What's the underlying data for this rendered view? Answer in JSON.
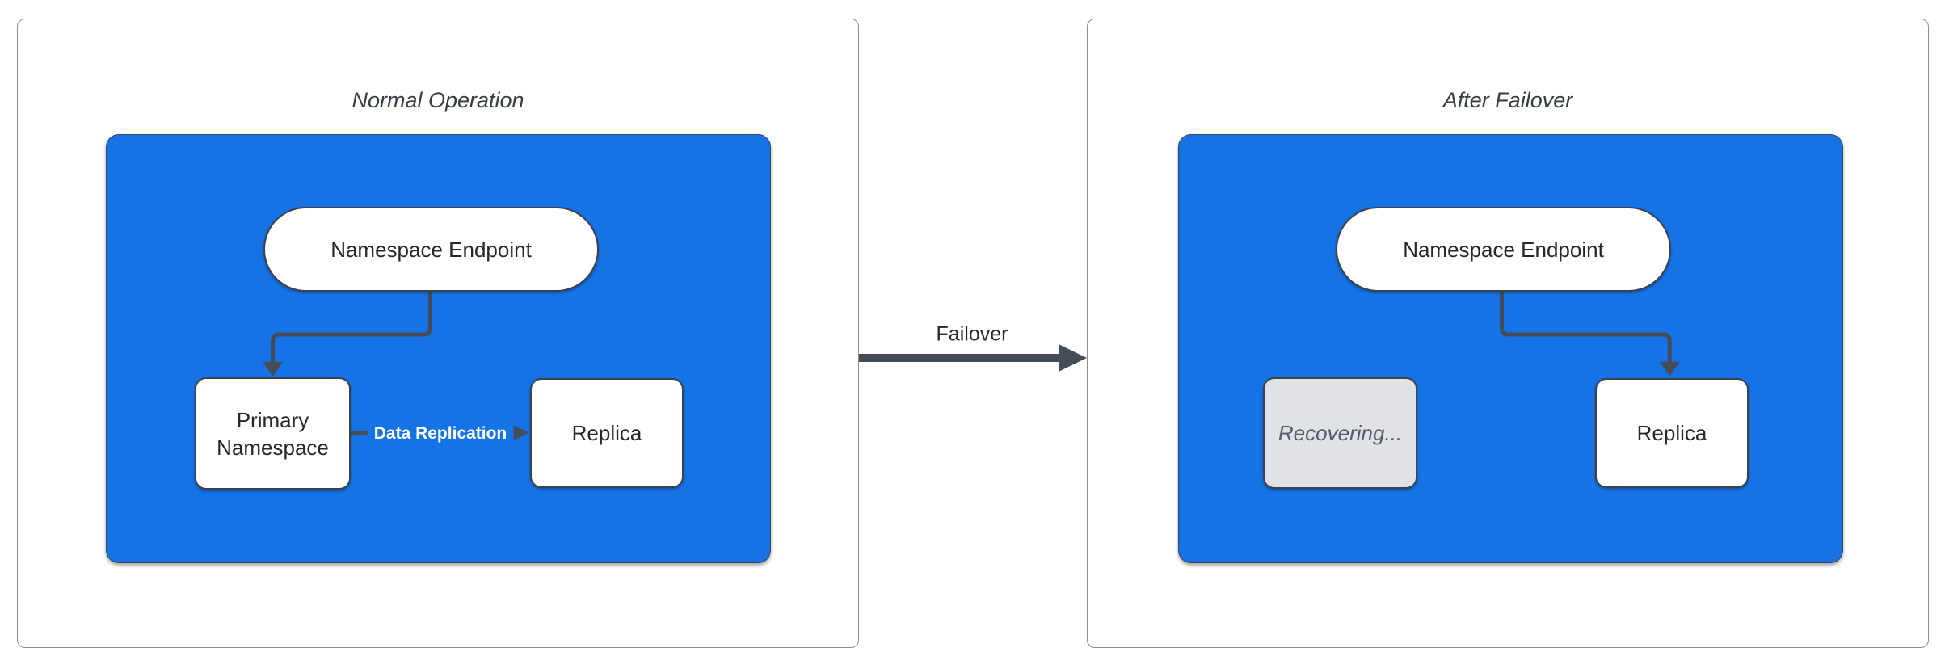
{
  "colors": {
    "blue": "#1673e6",
    "arrow": "#454c55",
    "panel_border": "#8d8d8d",
    "cluster_border": "#3f464f",
    "node_border": "#3b424b",
    "node_text": "#23282f",
    "title_text": "#373d44",
    "recovering_fill": "#e0e2e5",
    "recovering_text": "#565d66",
    "edge_label_text": "#ffffff"
  },
  "left_panel": {
    "title": "Normal Operation",
    "nodes": {
      "endpoint": "Namespace Endpoint",
      "primary": "Primary Namespace",
      "replica": "Replica"
    },
    "edge_label": "Data Replication"
  },
  "failover": {
    "label": "Failover"
  },
  "right_panel": {
    "title": "After Failover",
    "nodes": {
      "endpoint": "Namespace Endpoint",
      "recovering": "Recovering...",
      "replica": "Replica"
    }
  }
}
